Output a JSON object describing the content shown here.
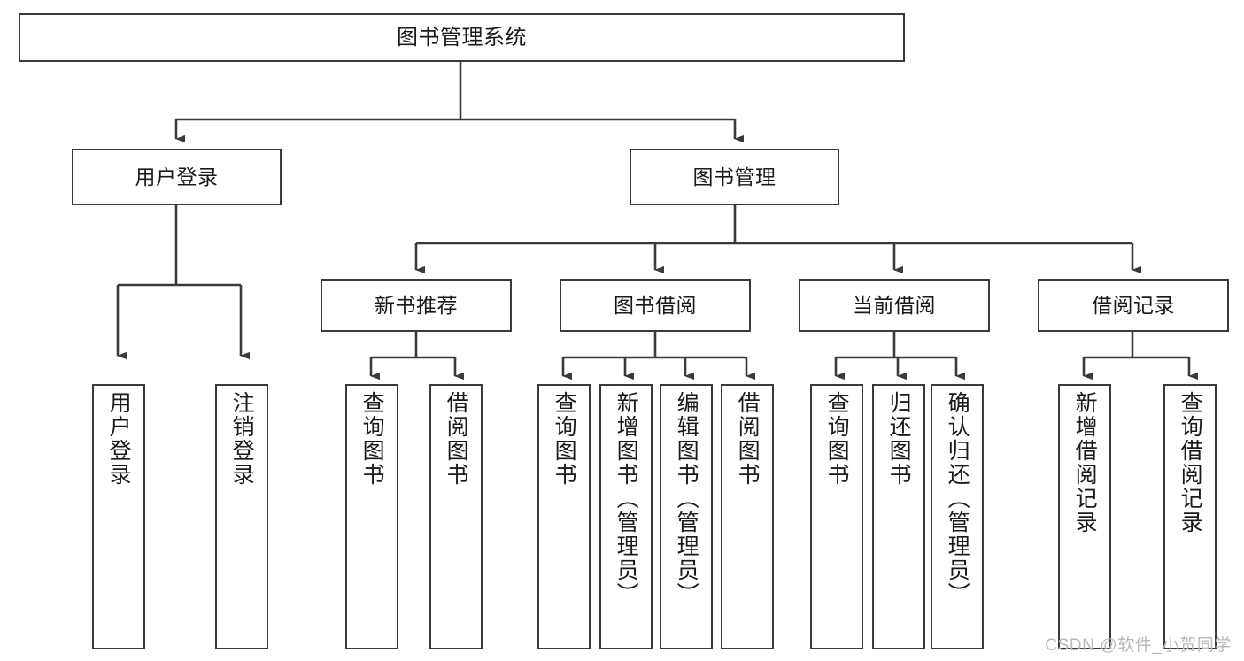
{
  "diagram": {
    "title": "图书管理系统",
    "type": "tree",
    "watermark": "CSDN @软件_小贺同学",
    "colors": {
      "border": "#3a3a3a",
      "connector": "#3a3a3a",
      "background": "#ffffff",
      "text": "#1a1a1a",
      "watermark": "#b9b9b9"
    },
    "nodes": {
      "root": {
        "label": "图书管理系统"
      },
      "level2": [
        {
          "id": "user-login",
          "label": "用户登录"
        },
        {
          "id": "book-management",
          "label": "图书管理"
        }
      ],
      "level3": [
        {
          "id": "new-book-recommend",
          "label": "新书推荐"
        },
        {
          "id": "book-borrow",
          "label": "图书借阅"
        },
        {
          "id": "current-borrow",
          "label": "当前借阅"
        },
        {
          "id": "borrow-record",
          "label": "借阅记录"
        }
      ],
      "leaves": [
        {
          "id": "leaf-user-login",
          "label": "用户登录",
          "parent": "user-login"
        },
        {
          "id": "leaf-logout",
          "label": "注销登录",
          "parent": "user-login"
        },
        {
          "id": "leaf-query-book-1",
          "label": "查询图书",
          "parent": "new-book-recommend"
        },
        {
          "id": "leaf-borrow-book-1",
          "label": "借阅图书",
          "parent": "new-book-recommend"
        },
        {
          "id": "leaf-query-book-2",
          "label": "查询图书",
          "parent": "book-borrow"
        },
        {
          "id": "leaf-add-book",
          "label": "新增图书（管理员）",
          "parent": "book-borrow"
        },
        {
          "id": "leaf-edit-book",
          "label": "编辑图书（管理员）",
          "parent": "book-borrow"
        },
        {
          "id": "leaf-borrow-book-2",
          "label": "借阅图书",
          "parent": "book-borrow"
        },
        {
          "id": "leaf-query-book-3",
          "label": "查询图书",
          "parent": "current-borrow"
        },
        {
          "id": "leaf-return-book",
          "label": "归还图书",
          "parent": "current-borrow"
        },
        {
          "id": "leaf-confirm-return",
          "label": "确认归还（管理员）",
          "parent": "current-borrow"
        },
        {
          "id": "leaf-add-record",
          "label": "新增借阅记录",
          "parent": "borrow-record"
        },
        {
          "id": "leaf-query-record",
          "label": "查询借阅记录",
          "parent": "borrow-record"
        }
      ]
    }
  }
}
